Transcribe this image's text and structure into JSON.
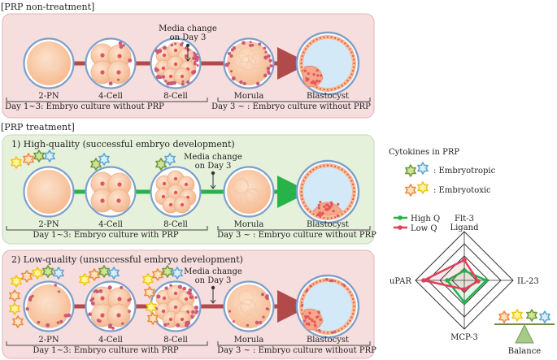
{
  "sections": {
    "non_treatment": {
      "title": "[PRP non-treatment]",
      "cells": [
        "2-PN",
        "4-Cell",
        "8-Cell",
        "Morula",
        "Blastocyst"
      ],
      "media_change": [
        "Media change",
        "on Day 3"
      ],
      "period1": "Day 1~3: Embryo culture without PRP",
      "period2": "Day 3 ~ : Embryo culture without PRP"
    },
    "treatment": {
      "title": "[PRP treatment]",
      "high": {
        "label": "1) High-quality (successful embryo development)",
        "cells": [
          "2-PN",
          "4-Cell",
          "8-Cell",
          "Morula",
          "Blastocyst"
        ],
        "media_change": [
          "Media change",
          "on Day 3"
        ],
        "period1": "Day 1~3: Embryo culture with PRP",
        "period2": "Day 3 ~ : Embryo culture without PRP"
      },
      "low": {
        "label": "2) Low-quality (unsuccessful embryo development)",
        "cells": [
          "2-PN",
          "4-Cell",
          "8-Cell",
          "Morula",
          "Blastocyst"
        ],
        "media_change": [
          "Media change",
          "on Day 3"
        ],
        "period1": "Day 1~3: Embryo culture with PRP",
        "period2": "Day 3 ~ : Embryo culture without PRP"
      }
    }
  },
  "legend": {
    "title": "Cytokines in PRP",
    "embryotropic": ": Embryotropic",
    "embryotoxic": ": Embryotoxic"
  },
  "radar": {
    "series": [
      {
        "name": "High Q",
        "color": "#22b24c"
      },
      {
        "name": "Low Q",
        "color": "#e0405a"
      }
    ],
    "axes": [
      "Flt-3 Ligand",
      "IL-23",
      "MCP-3",
      "uPAR"
    ],
    "axis_label_lines": {
      "top": [
        "Flt-3",
        "Ligand"
      ],
      "right": "IL-23",
      "bottom": "MCP-3",
      "left": "uPAR"
    }
  },
  "balance_label": "Balance",
  "colors": {
    "pink_bg": "#f7dede",
    "green_bg": "#e6f1dc",
    "embryo_fill": "#f8c7a2",
    "embryo_ring": "#7ba0cc",
    "arrow_nt": "#b14a4a",
    "arrow_high": "#28b24a",
    "arrow_low": "#b14a4a",
    "cavity": "#d4e9f7"
  }
}
